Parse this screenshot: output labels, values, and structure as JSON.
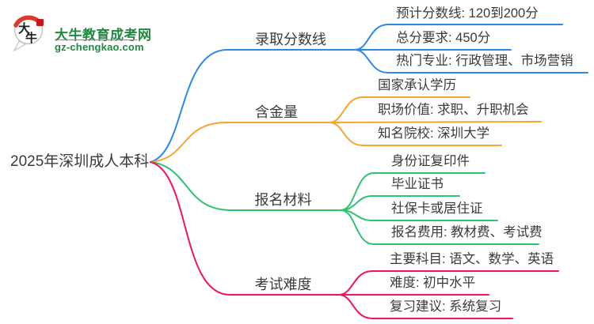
{
  "logo": {
    "title": "大牛教育成考网",
    "subtitle": "gz-chengkao.com",
    "icon_chars_top": "大",
    "icon_chars_bottom": "牛",
    "brand_green": "#1e8a3e",
    "seal_red": "#c8161d"
  },
  "mindmap": {
    "root": "2025年深圳成人本科",
    "branches": [
      {
        "label": "录取分数线",
        "color": "#2e88e8",
        "children": [
          {
            "text": "预计分数线: 120到200分"
          },
          {
            "text": "总分要求: 450分"
          },
          {
            "text": "热门专业: 行政管理、市场营销"
          }
        ]
      },
      {
        "label": "含金量",
        "color": "#f9a52d",
        "children": [
          {
            "text": "国家承认学历"
          },
          {
            "text": "职场价值: 求职、升职机会"
          },
          {
            "text": "知名院校: 深圳大学"
          }
        ]
      },
      {
        "label": "报名材料",
        "color": "#2ec56f",
        "children": [
          {
            "text": "身份证复印件"
          },
          {
            "text": "毕业证书"
          },
          {
            "text": "社保卡或居住证"
          },
          {
            "text": "报名费用: 教材费、考试费"
          }
        ]
      },
      {
        "label": "考试难度",
        "color": "#f31262",
        "children": [
          {
            "text": "主要科目: 语文、数学、英语"
          },
          {
            "text": "难度: 初中水平"
          },
          {
            "text": "复习建议: 系统复习"
          }
        ]
      }
    ]
  }
}
